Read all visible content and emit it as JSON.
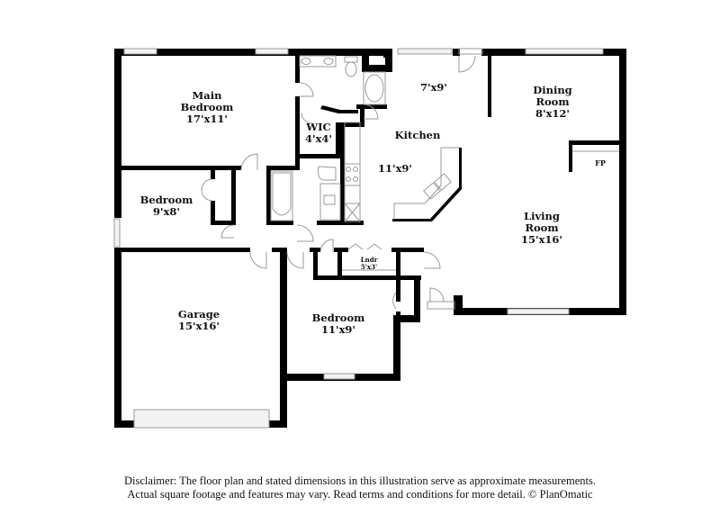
{
  "floorplan": {
    "rooms": [
      {
        "id": "main-bedroom",
        "name": "Main\nBedroom",
        "line1": "Main",
        "line2": "Bedroom",
        "dims": "17'x11'"
      },
      {
        "id": "wic",
        "name": "WIC",
        "dims": "4'x4'"
      },
      {
        "id": "bedroom-2",
        "name": "Bedroom",
        "dims": "9'x8'"
      },
      {
        "id": "nook",
        "name": "",
        "dims": "7'x9'"
      },
      {
        "id": "kitchen",
        "name": "Kitchen",
        "dims": "11'x9'"
      },
      {
        "id": "dining-room",
        "line1": "Dining",
        "line2": "Room",
        "dims": "8'x12'"
      },
      {
        "id": "fireplace",
        "name": "FP"
      },
      {
        "id": "living-room",
        "line1": "Living",
        "line2": "Room",
        "dims": "15'x16'"
      },
      {
        "id": "laundry",
        "name": "Lndr",
        "dims": "5'x3'"
      },
      {
        "id": "garage",
        "name": "Garage",
        "dims": "15'x16'"
      },
      {
        "id": "bedroom-3",
        "name": "Bedroom",
        "dims": "11'x9'"
      }
    ]
  },
  "disclaimer": {
    "line1": "Disclaimer: The floor plan and stated dimensions in this illustration serve as approximate measurements.",
    "line2": "Actual square footage and features may vary. Read terms and conditions for more detail. © PlanOmatic"
  }
}
